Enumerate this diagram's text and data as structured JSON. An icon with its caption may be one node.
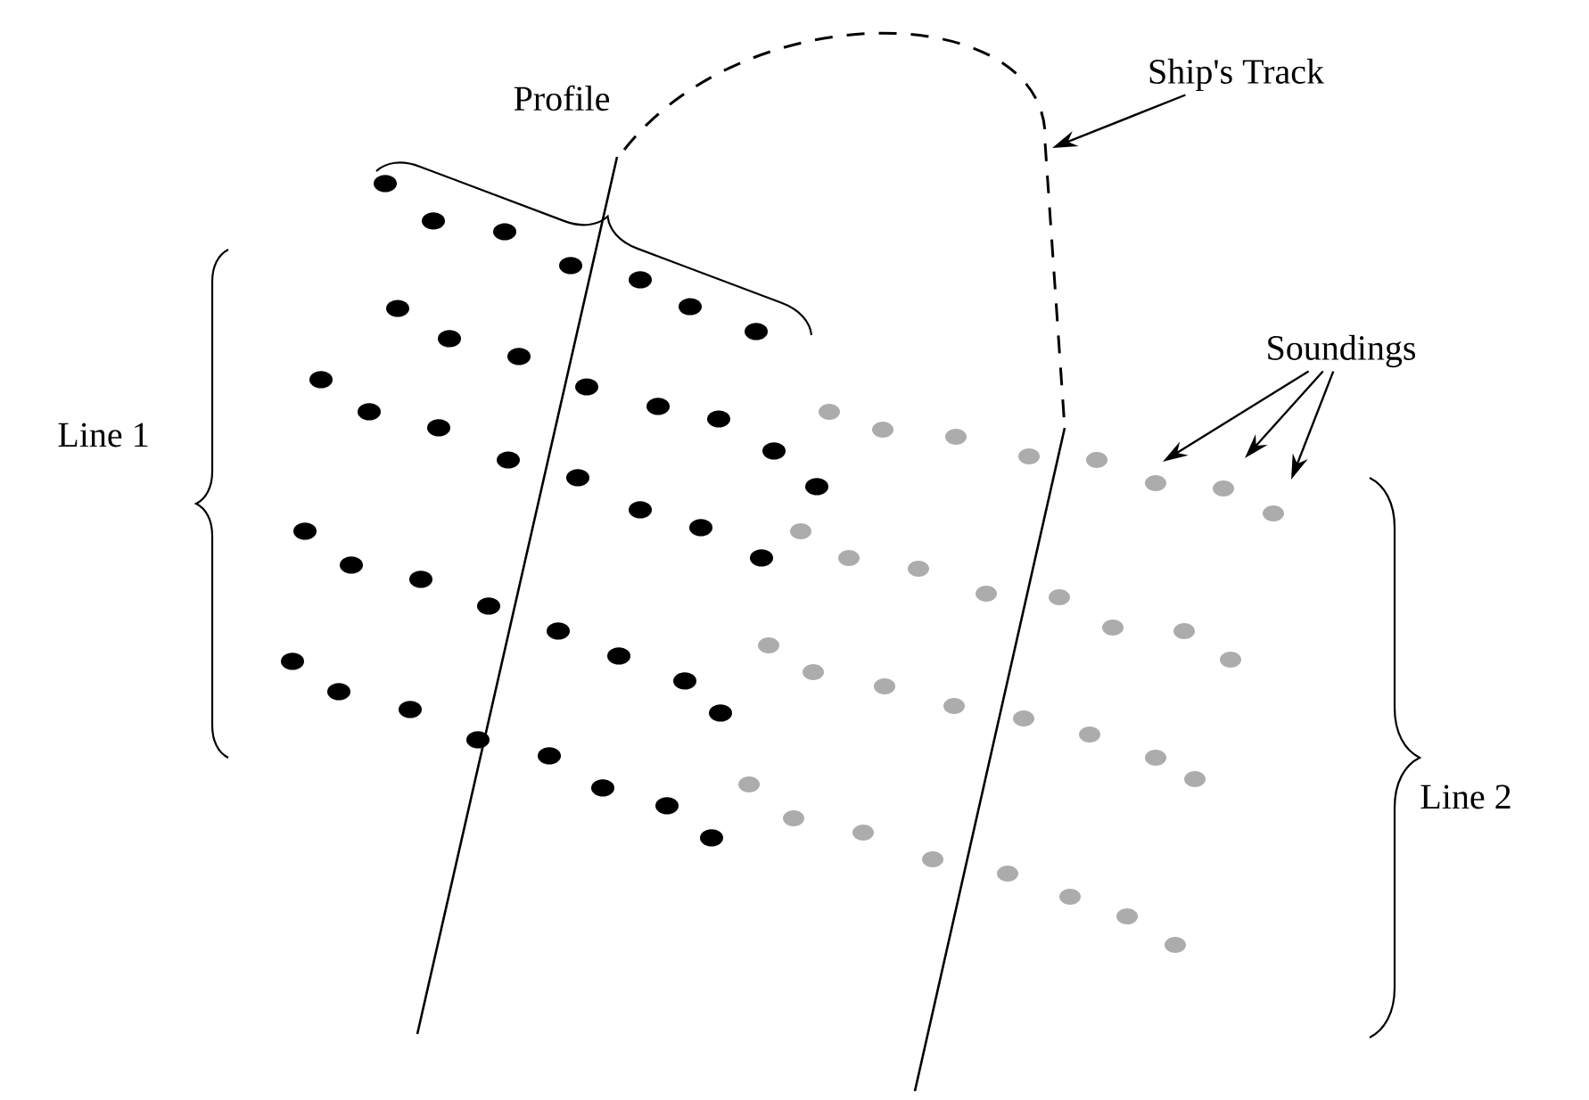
{
  "diagram": {
    "nodes": [
      {
        "text": [
          "Ship's Track"
        ]
      },
      {
        "text": [
          "Soundings"
        ]
      }
    ],
    "edges": [
      {
        "from": 0,
        "to": null,
        "arrow": "to"
      },
      {
        "from": 1,
        "to": null,
        "arrow": "to"
      },
      {
        "from": 1,
        "to": null,
        "arrow": "to"
      },
      {
        "from": 1,
        "to": null,
        "arrow": "to"
      }
    ],
    "labels": [
      "Profile",
      "Line 1",
      "Line 2"
    ]
  }
}
